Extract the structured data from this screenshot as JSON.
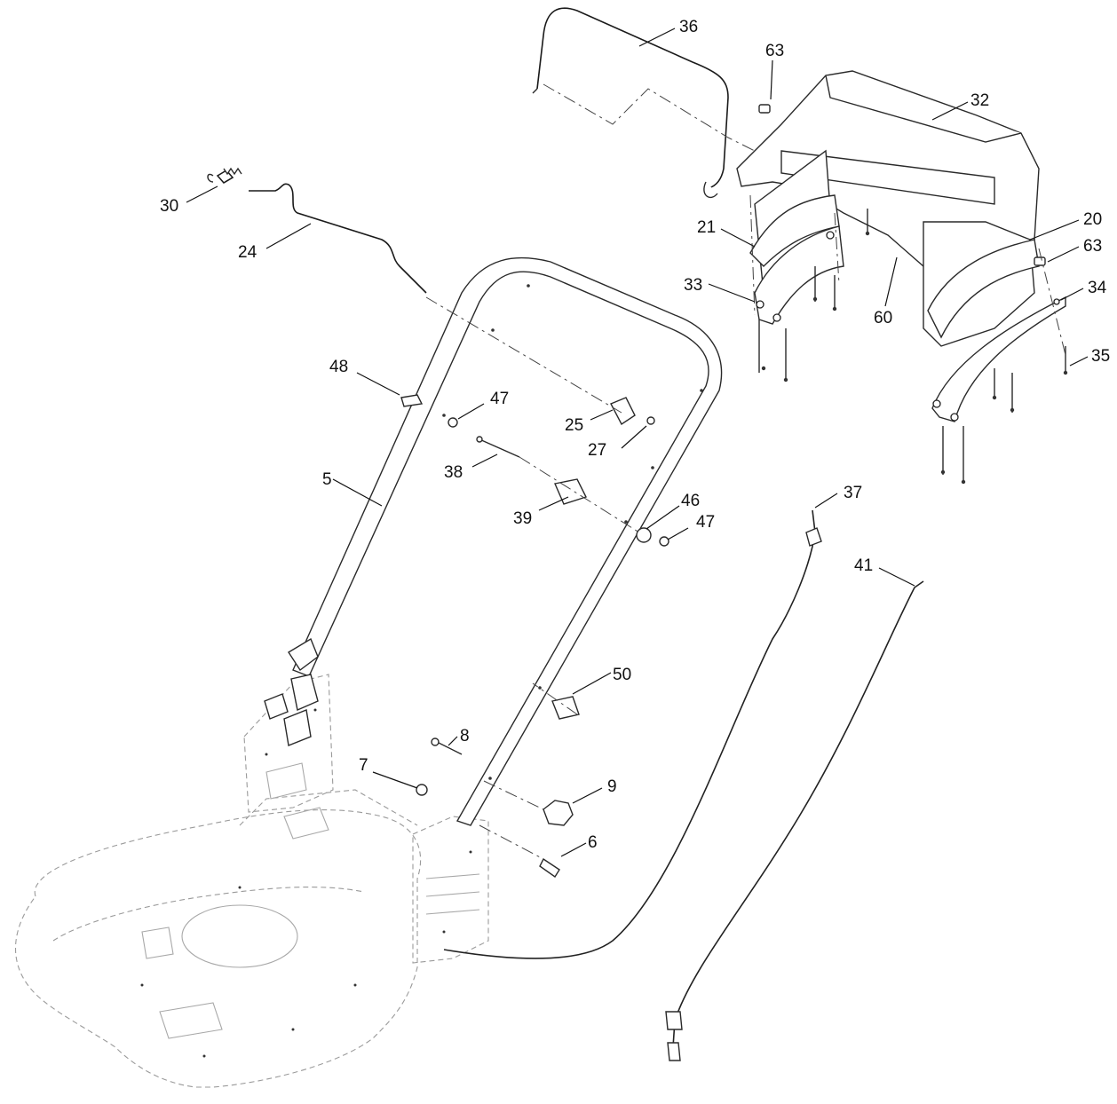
{
  "callouts": {
    "c36": "36",
    "c63a": "63",
    "c32": "32",
    "c30": "30",
    "c24": "24",
    "c21": "21",
    "c33": "33",
    "c60": "60",
    "c20": "20",
    "c63b": "63",
    "c34": "34",
    "c35": "35",
    "c48": "48",
    "c47a": "47",
    "c25": "25",
    "c27": "27",
    "c38": "38",
    "c5": "5",
    "c39": "39",
    "c46": "46",
    "c47b": "47",
    "c37": "37",
    "c41": "41",
    "c50": "50",
    "c8": "8",
    "c7": "7",
    "c9": "9",
    "c6": "6"
  }
}
